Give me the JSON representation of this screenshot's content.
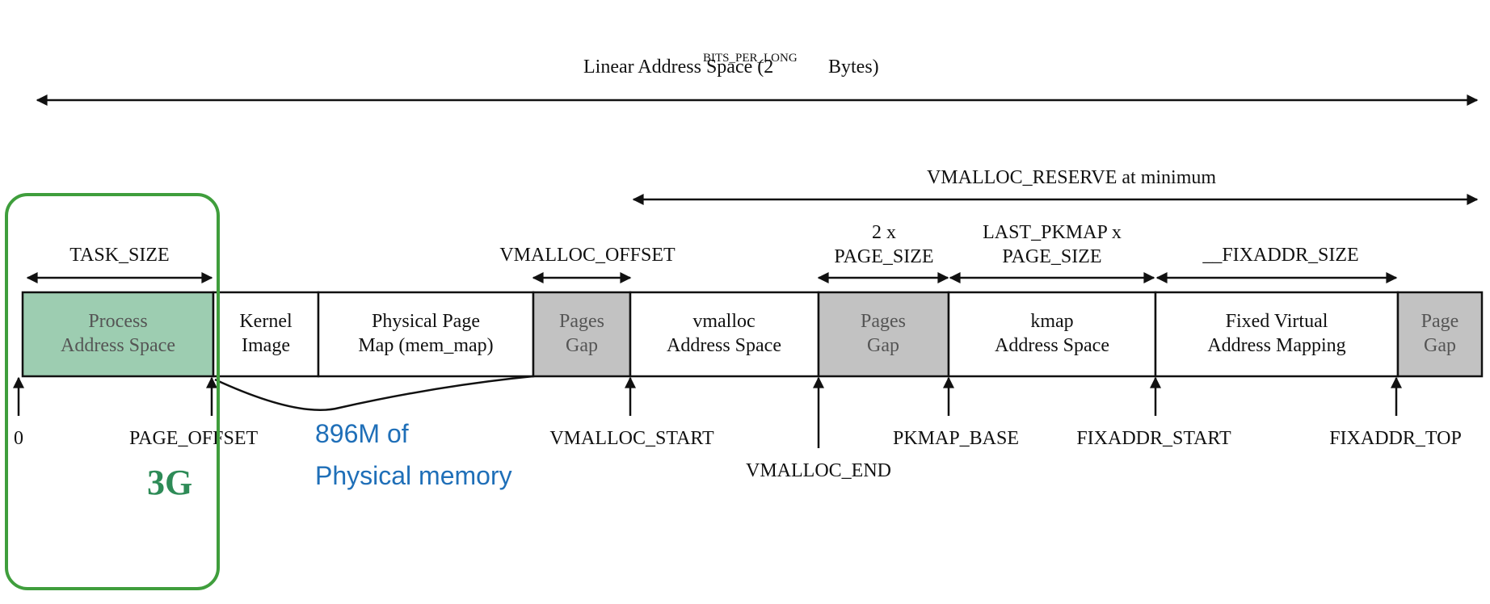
{
  "title": {
    "prefix": "Linear Address Space (2",
    "exponent": "BITS_PER_LONG",
    "suffix": "Bytes)"
  },
  "spans": {
    "vmalloc_reserve": "VMALLOC_RESERVE at minimum",
    "task_size": "TASK_SIZE",
    "vmalloc_offset": "VMALLOC_OFFSET",
    "two_page_size": [
      "2 x",
      "PAGE_SIZE"
    ],
    "last_pkmap": [
      "LAST_PKMAP x",
      "PAGE_SIZE"
    ],
    "fixaddr_size": "__FIXADDR_SIZE"
  },
  "segments": [
    {
      "id": "process",
      "lines": [
        "Process",
        "Address Space"
      ],
      "fill": "#9dcdb1"
    },
    {
      "id": "kernel",
      "lines": [
        "Kernel",
        "Image"
      ],
      "fill": "#ffffff"
    },
    {
      "id": "physmap",
      "lines": [
        "Physical Page",
        "Map (mem_map)"
      ],
      "fill": "#ffffff"
    },
    {
      "id": "gap1",
      "lines": [
        "Pages",
        "Gap"
      ],
      "fill": "#c2c2c2"
    },
    {
      "id": "vmalloc",
      "lines": [
        "vmalloc",
        "Address Space"
      ],
      "fill": "#ffffff"
    },
    {
      "id": "gap2",
      "lines": [
        "Pages",
        "Gap"
      ],
      "fill": "#c2c2c2"
    },
    {
      "id": "kmap",
      "lines": [
        "kmap",
        "Address Space"
      ],
      "fill": "#ffffff"
    },
    {
      "id": "fixed",
      "lines": [
        "Fixed Virtual",
        "Address Mapping"
      ],
      "fill": "#ffffff"
    },
    {
      "id": "gap3",
      "lines": [
        "Page",
        "Gap"
      ],
      "fill": "#c2c2c2"
    }
  ],
  "markers": {
    "zero": "0",
    "page_offset": "PAGE_OFFSET",
    "vmalloc_start": "VMALLOC_START",
    "vmalloc_end": "VMALLOC_END",
    "pkmap_base": "PKMAP_BASE",
    "fixaddr_start": "FIXADDR_START",
    "fixaddr_top": "FIXADDR_TOP"
  },
  "annotations": {
    "physical_memory": [
      "896M of",
      "Physical memory"
    ],
    "user_space_size": "3G"
  },
  "colors": {
    "line": "#111111",
    "process_fill": "#9dcdb1",
    "gap_fill": "#c2c2c2",
    "highlight_green": "#3f9e3c",
    "size_label_green": "#2e8b57",
    "note_blue": "#1f6fb8",
    "segment_text_gray": "#555555"
  }
}
